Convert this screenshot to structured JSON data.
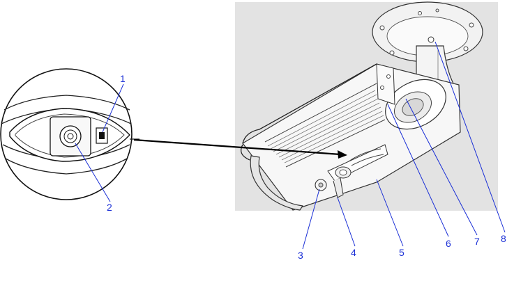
{
  "callouts": [
    {
      "id": "1",
      "label": "1"
    },
    {
      "id": "2",
      "label": "2"
    },
    {
      "id": "3",
      "label": "3"
    },
    {
      "id": "4",
      "label": "4"
    },
    {
      "id": "5",
      "label": "5"
    },
    {
      "id": "6",
      "label": "6"
    },
    {
      "id": "7",
      "label": "7"
    },
    {
      "id": "8",
      "label": "8"
    }
  ],
  "colors": {
    "callout_text": "#1a2fd6",
    "photo_background": "#e3e3e3",
    "linework": "#222222"
  }
}
